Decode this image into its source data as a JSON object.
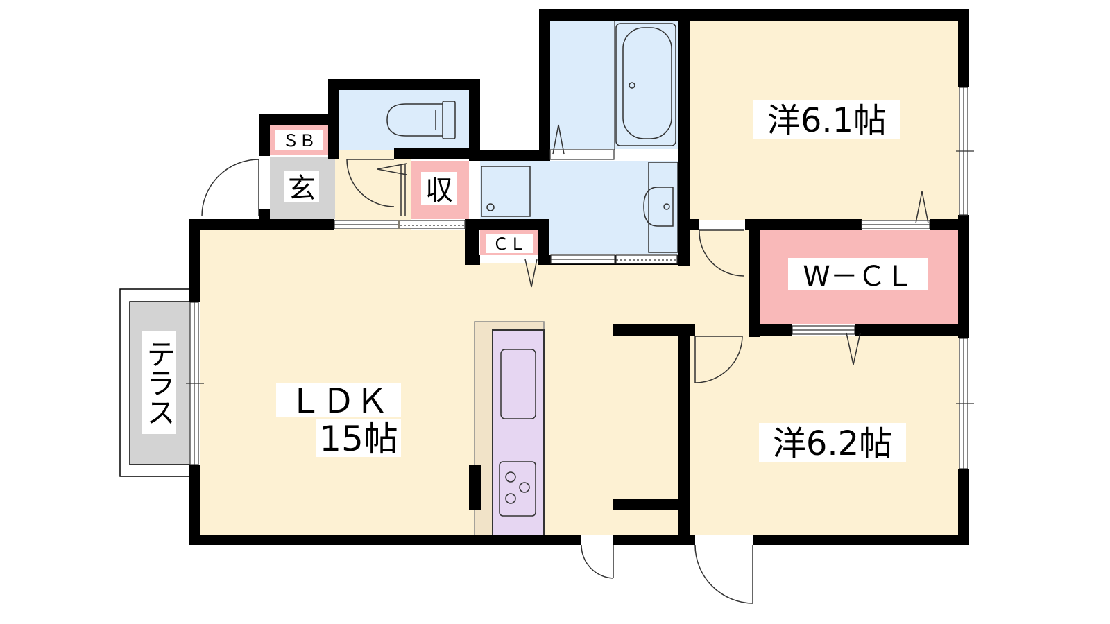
{
  "rooms": {
    "ldk": {
      "name": "ＬＤＫ",
      "size": "15帖"
    },
    "western1": {
      "label": "洋6.1帖"
    },
    "western2": {
      "label": "洋6.2帖"
    },
    "walk_in_closet": {
      "label": "W－ＣＬ"
    },
    "entrance": {
      "label": "玄"
    },
    "shoe_box": {
      "label": "ＳＢ"
    },
    "storage": {
      "label": "収"
    },
    "closet": {
      "label": "ＣＬ"
    },
    "terrace": {
      "label": "テラス"
    }
  },
  "colors": {
    "living_floor": "#fdf1d3",
    "wet_area": "#dcecfb",
    "storage": "#f9b9b9",
    "entrance": "#d3d3d3",
    "kitchen": "#e6d6f2",
    "wall": "#000000"
  }
}
